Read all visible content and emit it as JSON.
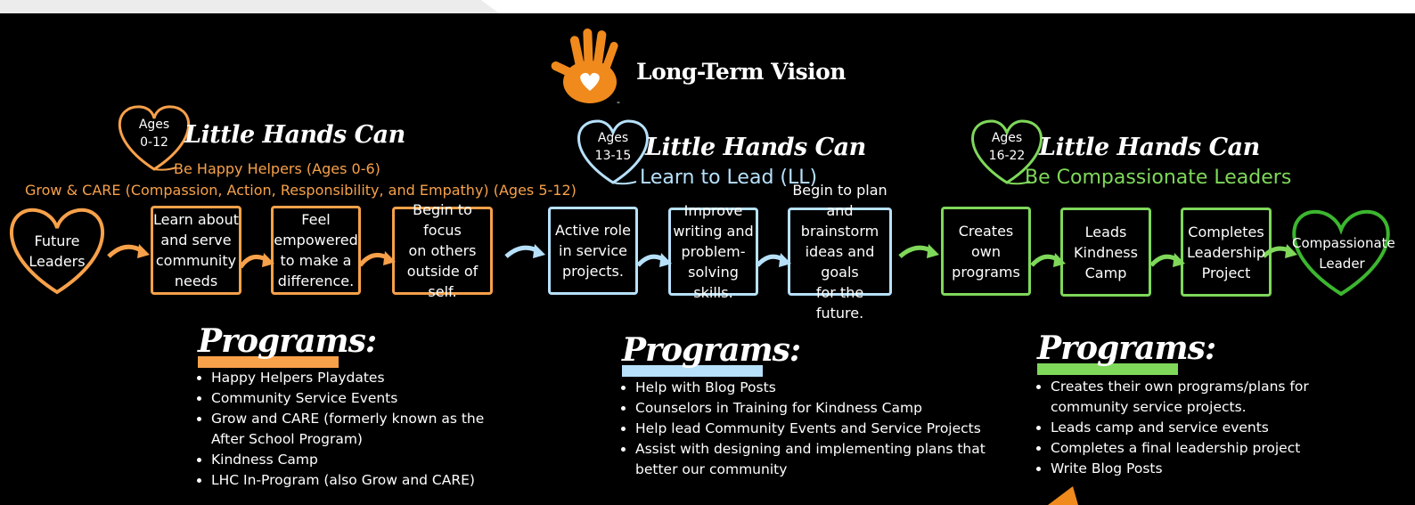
{
  "title": "Long-Term Vision",
  "dash": "-",
  "colors": {
    "orange": "#f7a14a",
    "blue": "#b7e1fb",
    "green": "#7fd85a",
    "dark_green": "#3cb62f",
    "background": "#000000"
  },
  "stages": [
    {
      "brand": "Little Hands Can",
      "ages_label": "Ages",
      "ages_range": "0-12",
      "subtitle_1": "Be Happy Helpers (Ages 0-6)",
      "subtitle_2": "Grow & CARE (Compassion, Action, Responsibility, and Empathy) (Ages 5-12)"
    },
    {
      "brand": "Little Hands Can",
      "ages_label": "Ages",
      "ages_range": "13-15",
      "subtitle": "Learn to Lead (LL)"
    },
    {
      "brand": "Little Hands Can",
      "ages_label": "Ages",
      "ages_range": "16-22",
      "subtitle": "Be Compassionate Leaders"
    }
  ],
  "flow": {
    "start": [
      "Future",
      "Leaders"
    ],
    "end": [
      "Compassionate",
      "Leader"
    ],
    "steps": [
      [
        "Learn about",
        "and serve",
        "community",
        "needs"
      ],
      [
        "Feel",
        "empowered",
        "to make a",
        "difference."
      ],
      [
        "Begin to focus",
        "on others",
        "outside of self."
      ],
      [
        "Active role",
        "in service",
        "projects."
      ],
      [
        "Improve",
        "writing and",
        "problem-",
        "solving skills."
      ],
      [
        "Begin to plan",
        "and brainstorm",
        "ideas and goals",
        "for the future."
      ],
      [
        "Creates own",
        "programs"
      ],
      [
        "Leads",
        "Kindness",
        "Camp"
      ],
      [
        "Completes",
        "Leadership",
        "Project"
      ]
    ]
  },
  "programs_heading": "Programs:",
  "programs": [
    {
      "items": [
        "Happy Helpers Playdates",
        "Community Service Events",
        "Grow and CARE (formerly known as the",
        "After School Program)",
        "Kindness Camp",
        "LHC In-Program (also Grow and CARE)"
      ]
    },
    {
      "items": [
        "Help with Blog Posts",
        "Counselors in Training for Kindness Camp",
        "Help lead Community Events and Service Projects",
        "Assist with designing and implementing plans that",
        "better our community"
      ]
    },
    {
      "items": [
        "Creates their own programs/plans for",
        "community service projects.",
        "Leads camp and service events",
        "Completes a final leadership project",
        "Write Blog Posts"
      ]
    }
  ]
}
